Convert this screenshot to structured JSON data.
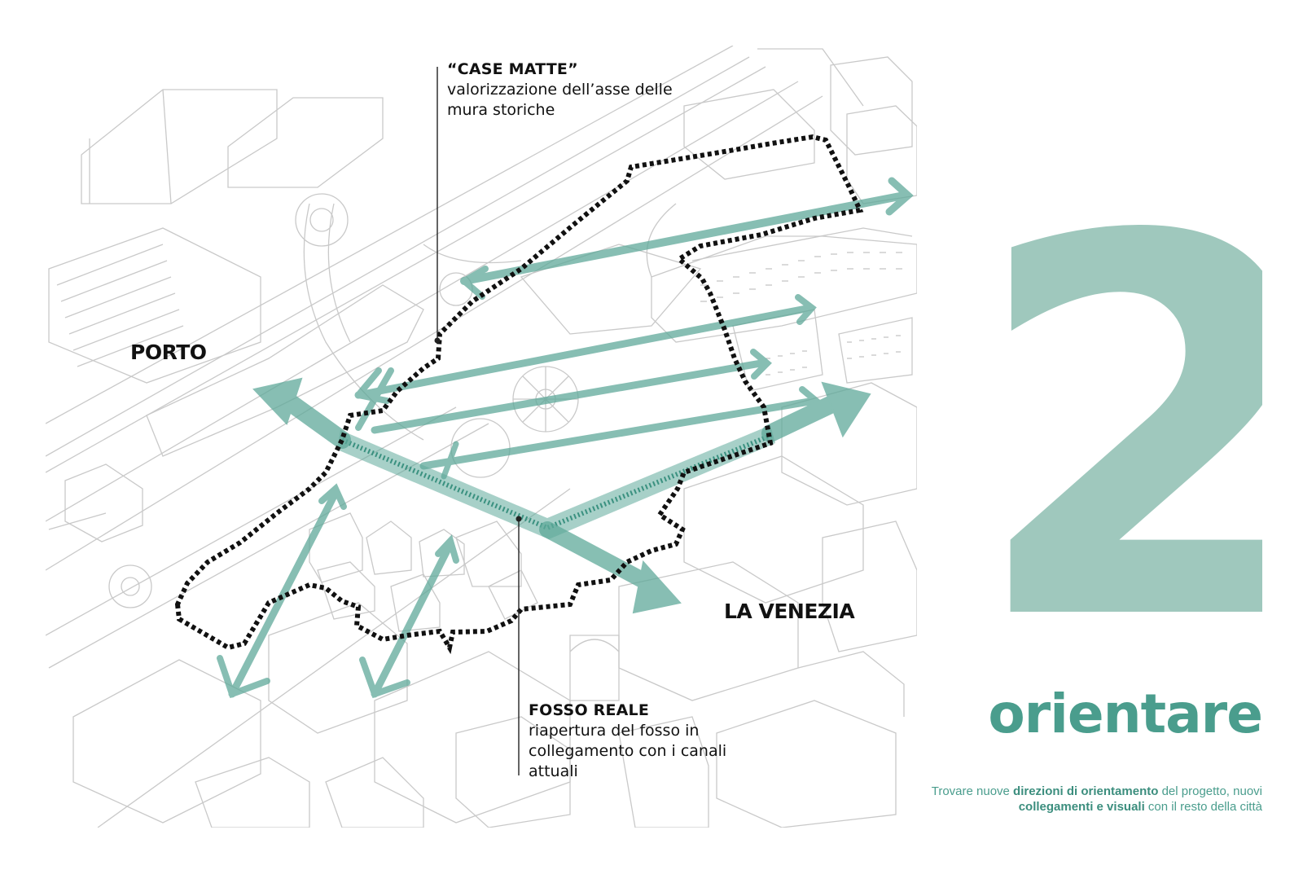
{
  "labels": {
    "porto": "PORTO",
    "la_venezia": "LA VENEZIA"
  },
  "annotations": {
    "case_matte": {
      "title": "“CASE MATTE”",
      "line1": "valorizzazione dell’asse delle",
      "line2": "mura storiche"
    },
    "fosso_reale": {
      "title": "FOSSO REALE",
      "line1": "riapertura del fosso in",
      "line2": "collegamento con i canali",
      "line3": "attuali"
    }
  },
  "theme": {
    "number": "2",
    "word": "orientare",
    "caption": {
      "p1": "Trovare nuove ",
      "b1": "direzioni di orientamento",
      "p2": " del progetto, nuovi ",
      "b2": "collegamenti e visuali",
      "p3": " con il resto della città"
    }
  },
  "colors": {
    "teal_arrow": "#5fa99a",
    "teal_dark": "#2f8a78",
    "number_fill": "#9fc8bd",
    "word_color": "#4a9d8d",
    "boundary": "#111111",
    "line_drawing": "#c8c8c8"
  }
}
